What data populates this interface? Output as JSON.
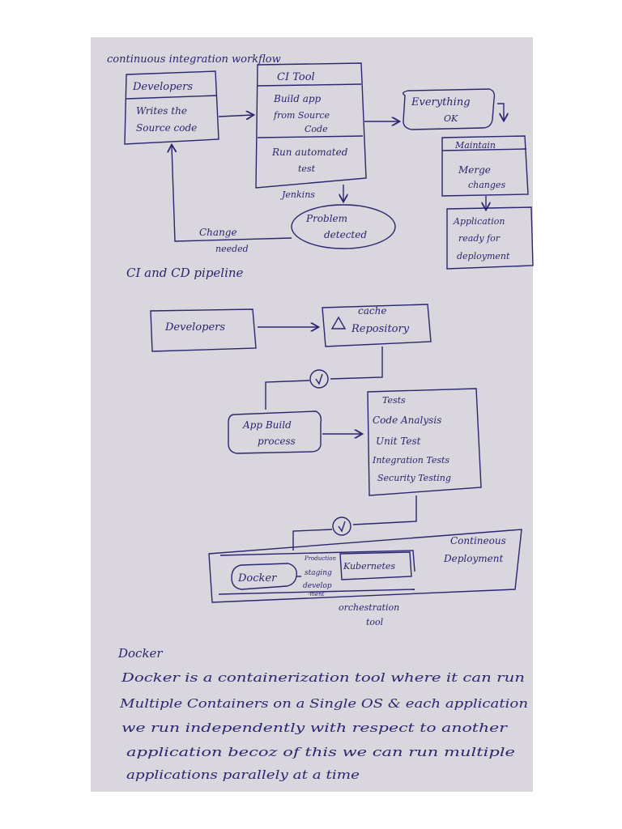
{
  "workflow": {
    "title": "continuous integration workflow",
    "dev_box": {
      "title": "Developers",
      "line1": "Writes the",
      "line2": "Source code"
    },
    "ci_box": {
      "title": "CI Tool",
      "build1": "Build app",
      "build2": "from Source",
      "build3": "Code",
      "test1": "Run automated",
      "test2": "test"
    },
    "jenkins": "Jenkins",
    "ok1": "Everything",
    "ok2": "OK",
    "maintain": "Maintain",
    "merge1": "Merge",
    "merge2": "changes",
    "ready1": "Application",
    "ready2": "ready for",
    "ready3": "deployment",
    "problem1": "Problem",
    "problem2": "detected",
    "change1": "Change",
    "change2": "needed"
  },
  "pipeline": {
    "title": "CI and CD pipeline",
    "developers": "Developers",
    "cache1": "cache",
    "cache2": "Repository",
    "build1": "App Build",
    "build2": "process",
    "tests": [
      "Tests",
      "Code Analysis",
      "Unit Test",
      "Integration Tests",
      "Security Testing"
    ],
    "docker": "Docker",
    "stages": [
      "Production",
      "staging",
      "develop",
      "-ment"
    ],
    "kubernetes": "Kubernetes",
    "cd1": "Contineous",
    "cd2": "Deployment",
    "orch1": "orchestration",
    "orch2": "tool"
  },
  "docker_note": {
    "heading": "Docker",
    "lines": [
      "Docker is a containerization tool where it can run",
      "Multiple Containers on a Single OS & each application",
      "we run independently with respect to another",
      "application becoz of this we can run multiple",
      "applications parallely at a time"
    ]
  }
}
